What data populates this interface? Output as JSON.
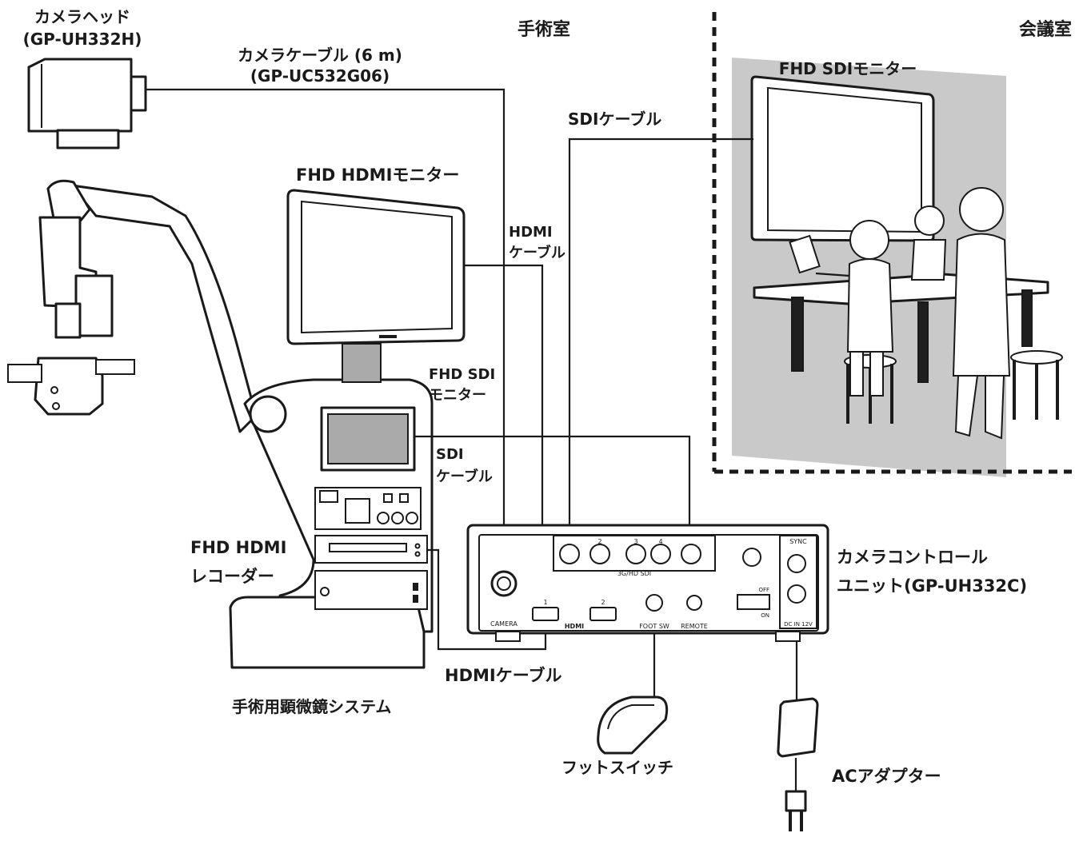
{
  "labels": {
    "camera_head": "カメラヘッド",
    "camera_head_model": "(GP-UH332H)",
    "camera_cable": "カメラケーブル (6 m)",
    "camera_cable_model": "(GP-UC532G06)",
    "operating_room": "手術室",
    "conference_room": "会議室",
    "fhd_sdi_monitor_conf": "FHD SDIモニター",
    "sdi_cable_top": "SDIケーブル",
    "fhd_hdmi_monitor": "FHD HDMIモニター",
    "hdmi_cable_top_1": "HDMI",
    "hdmi_cable_top_2": "ケーブル",
    "fhd_sdi_monitor_1": "FHD SDI",
    "fhd_sdi_monitor_2": "モニター",
    "sdi_cable_mid_1": "SDI",
    "sdi_cable_mid_2": "ケーブル",
    "fhd_hdmi_recorder_1": "FHD HDMI",
    "fhd_hdmi_recorder_2": "レコーダー",
    "ccu_1": "カメラコントロール",
    "ccu_2": "ユニット(GP-UH332C)",
    "hdmi_cable_bottom": "HDMIケーブル",
    "microscope_system": "手術用顕微鏡システム",
    "foot_switch": "フットスイッチ",
    "ac_adapter": "ACアダプター"
  },
  "ccu_panel": {
    "sdi_ports": [
      "2",
      "3",
      "4"
    ],
    "sdi_group": "3G/HD SDI",
    "camera": "CAMERA",
    "hdmi_ports": [
      "1",
      "2"
    ],
    "hdmi_logo": "HDMI",
    "foot_sw": "FOOT SW",
    "remote": "REMOTE",
    "sync": "SYNC",
    "dip_off": "OFF",
    "dip_on": "ON",
    "dc_in": "DC IN 12V"
  },
  "colors": {
    "line": "#1a1a1a",
    "room_shade": "#c9c9c9",
    "screen_gray": "#aaaaaa"
  }
}
